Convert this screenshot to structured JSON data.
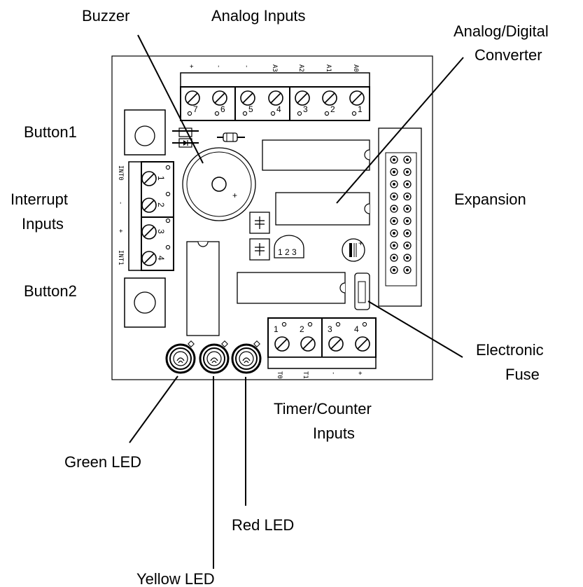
{
  "labels": {
    "buzzer": "Buzzer",
    "analog_inputs": "Analog Inputs",
    "adc_line1": "Analog/Digital",
    "adc_line2": "Converter",
    "button1": "Button1",
    "interrupt_line1": "Interrupt",
    "interrupt_line2": "Inputs",
    "expansion": "Expansion",
    "button2": "Button2",
    "fuse_line1": "Electronic",
    "fuse_line2": "Fuse",
    "timer_line1": "Timer/Counter",
    "timer_line2": "Inputs",
    "green_led": "Green LED",
    "yellow_led": "Yellow LED",
    "red_led": "Red LED"
  },
  "analog_silk": [
    "+",
    "-",
    "-",
    "A3",
    "A2",
    "A1",
    "A0"
  ],
  "analog_pins": [
    "7",
    "6",
    "5",
    "4",
    "3",
    "2",
    "1"
  ],
  "interrupt_silk": [
    "INT0",
    "-",
    "+",
    "INT1"
  ],
  "interrupt_pins": [
    "1",
    "2",
    "3",
    "4"
  ],
  "timer_silk": [
    "T0",
    "T1",
    "-",
    "+"
  ],
  "timer_pins": [
    "1",
    "2",
    "3",
    "4"
  ],
  "regulator_pins": "1 2 3",
  "buzzer_plus": "+"
}
